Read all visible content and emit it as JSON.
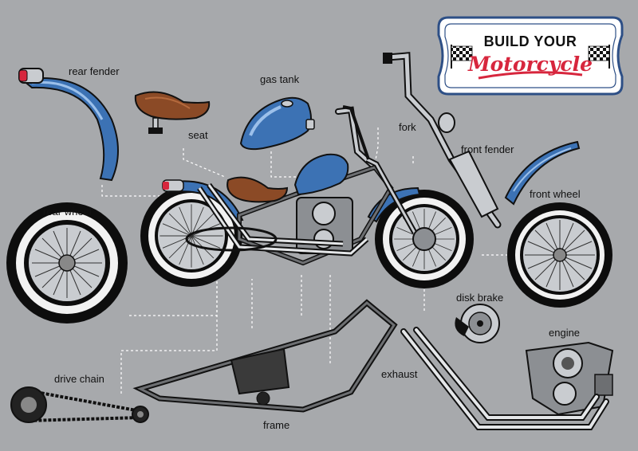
{
  "badge": {
    "line1": "BUILD YOUR",
    "line2": "Motorcycle"
  },
  "labels": {
    "rear_fender": "rear fender",
    "seat": "seat",
    "gas_tank": "gas tank",
    "fork": "fork",
    "front_fender": "front fender",
    "front_wheel": "front wheel",
    "rear_wheel": "rear wheel",
    "disk_brake": "disk brake",
    "engine": "engine",
    "exhaust": "exhaust",
    "drive_chain": "drive chain",
    "frame": "frame"
  },
  "colors": {
    "background": "#a7a9ac",
    "body_blue": "#3c72b4",
    "seat_brown": "#8b4a26",
    "chrome": "#c9ccd0",
    "tire": "#0d0d0d",
    "whitewall": "#f2f2f2",
    "accent_red": "#d7263d"
  },
  "icons": [
    "checkered-flag-icon",
    "checkered-flag-icon"
  ]
}
